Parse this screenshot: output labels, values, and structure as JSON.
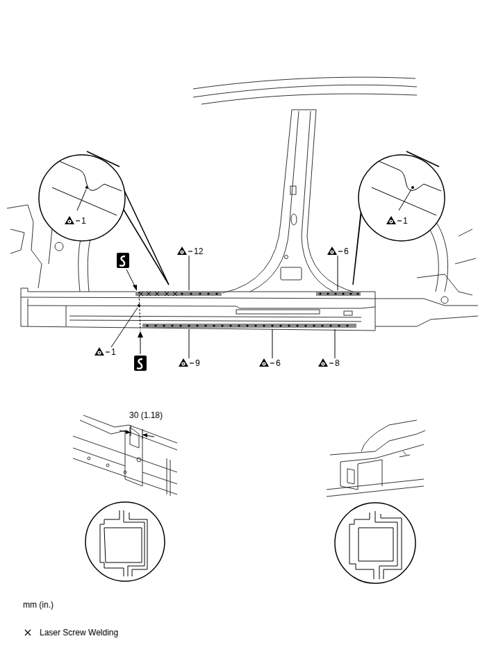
{
  "diagram": {
    "labels": [
      "1",
      "12",
      "6",
      "1",
      "1",
      "9",
      "6",
      "8",
      "30 (1.18)",
      "mm (in.)"
    ],
    "legend": [
      {
        "text": "Laser Screw Welding"
      }
    ]
  }
}
